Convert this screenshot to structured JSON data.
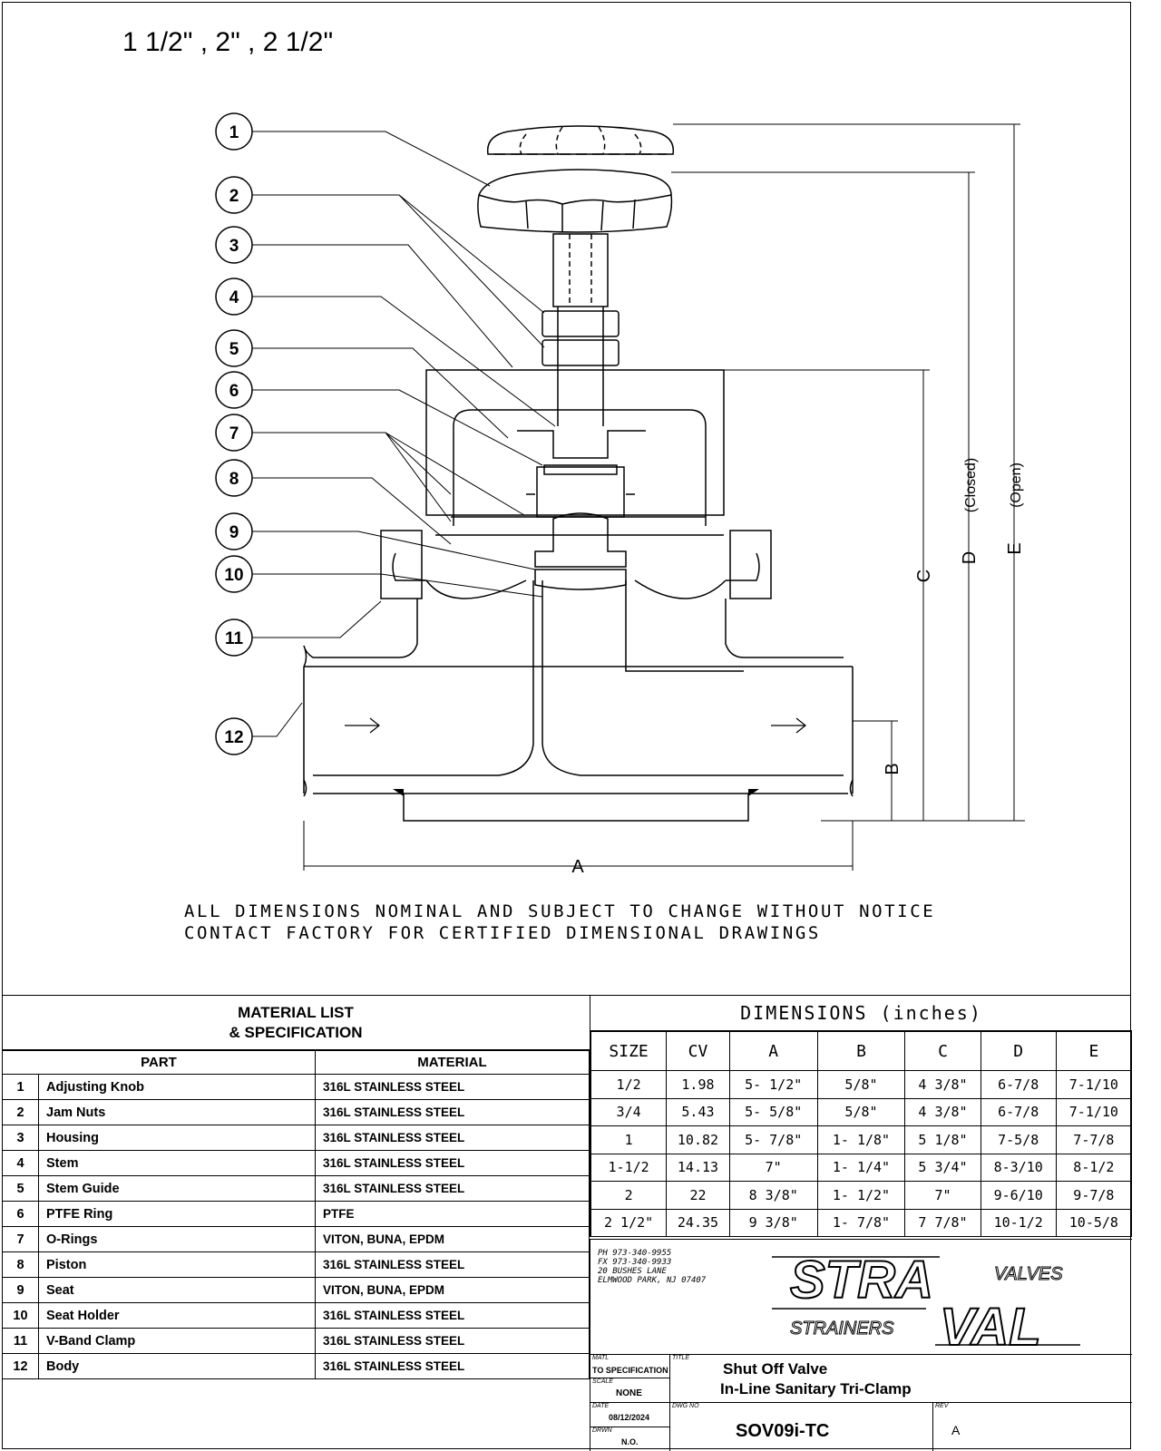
{
  "header": {
    "sizes": "1 1/2\" , 2\" , 2 1/2\""
  },
  "drawing": {
    "balloons": [
      "1",
      "2",
      "3",
      "4",
      "5",
      "6",
      "7",
      "8",
      "9",
      "10",
      "11",
      "12"
    ],
    "dim_labels": {
      "a": "A",
      "b": "B",
      "c": "C",
      "d": "D",
      "e": "E",
      "closed": "(Closed)",
      "open": "(Open)"
    },
    "flow_arrow": "→"
  },
  "notes": [
    "ALL DIMENSIONS NOMINAL AND SUBJECT TO CHANGE WITHOUT NOTICE",
    "CONTACT FACTORY FOR CERTIFIED DIMENSIONAL DRAWINGS"
  ],
  "material_list": {
    "title_line1": "MATERIAL LIST",
    "title_line2": "& SPECIFICATION",
    "col_part": "PART",
    "col_material": "MATERIAL",
    "rows": [
      {
        "n": "1",
        "part": "Adjusting Knob",
        "material": "316L STAINLESS STEEL"
      },
      {
        "n": "2",
        "part": "Jam Nuts",
        "material": "316L STAINLESS STEEL"
      },
      {
        "n": "3",
        "part": "Housing",
        "material": "316L STAINLESS STEEL"
      },
      {
        "n": "4",
        "part": "Stem",
        "material": "316L STAINLESS STEEL"
      },
      {
        "n": "5",
        "part": "Stem Guide",
        "material": "316L STAINLESS STEEL"
      },
      {
        "n": "6",
        "part": "PTFE Ring",
        "material": "PTFE"
      },
      {
        "n": "7",
        "part": "O-Rings",
        "material": "VITON, BUNA, EPDM"
      },
      {
        "n": "8",
        "part": "Piston",
        "material": "316L STAINLESS STEEL"
      },
      {
        "n": "9",
        "part": "Seat",
        "material": "VITON, BUNA, EPDM"
      },
      {
        "n": "10",
        "part": "Seat Holder",
        "material": "316L STAINLESS STEEL"
      },
      {
        "n": "11",
        "part": "V-Band Clamp",
        "material": "316L STAINLESS STEEL"
      },
      {
        "n": "12",
        "part": "Body",
        "material": "316L STAINLESS STEEL"
      }
    ]
  },
  "dimensions": {
    "title": "DIMENSIONS (inches)",
    "headers": [
      "SIZE",
      "CV",
      "A",
      "B",
      "C",
      "D",
      "E"
    ],
    "rows": [
      [
        "1/2",
        "1.98",
        "5- 1/2\"",
        "5/8\"",
        "4 3/8\"",
        "6-7/8",
        "7-1/10"
      ],
      [
        "3/4",
        "5.43",
        "5- 5/8\"",
        "5/8\"",
        "4 3/8\"",
        "6-7/8",
        "7-1/10"
      ],
      [
        "1",
        "10.82",
        "5- 7/8\"",
        "1- 1/8\"",
        "5 1/8\"",
        "7-5/8",
        "7-7/8"
      ],
      [
        "1-1/2",
        "14.13",
        "7\"",
        "1- 1/4\"",
        "5 3/4\"",
        "8-3/10",
        "8-1/2"
      ],
      [
        "2",
        "22",
        "8 3/8\"",
        "1- 1/2\"",
        "7\"",
        "9-6/10",
        "9-7/8"
      ],
      [
        "2 1/2\"",
        "24.35",
        "9 3/8\"",
        "1- 7/8\"",
        "7 7/8\"",
        "10-1/2",
        "10-5/8"
      ]
    ]
  },
  "company": {
    "phone": "PH 973-340-9955",
    "fax": "FX 973-340-9933",
    "street": "20 BUSHES LANE",
    "city": "ELMWOOD PARK, NJ 07407",
    "logo_stra": "STRA",
    "logo_val": "VAL",
    "logo_valves": "VALVES",
    "logo_strainers": "STRAINERS"
  },
  "title_block": {
    "matl_label": "MATL",
    "matl_value": "TO SPECIFICATION",
    "scale_label": "SCALE",
    "scale_value": "NONE",
    "title_label": "TITLE",
    "title_line1": "Shut Off Valve",
    "title_line2": "In-Line Sanitary Tri-Clamp",
    "date_label": "DATE",
    "date_value": "08/12/2024",
    "dwg_label": "DWG NO",
    "dwg_value": "SOV09i-TC",
    "rev_label": "REV",
    "rev_value": "A",
    "drwn_label": "DRWN",
    "drwn_value": "N.O."
  }
}
